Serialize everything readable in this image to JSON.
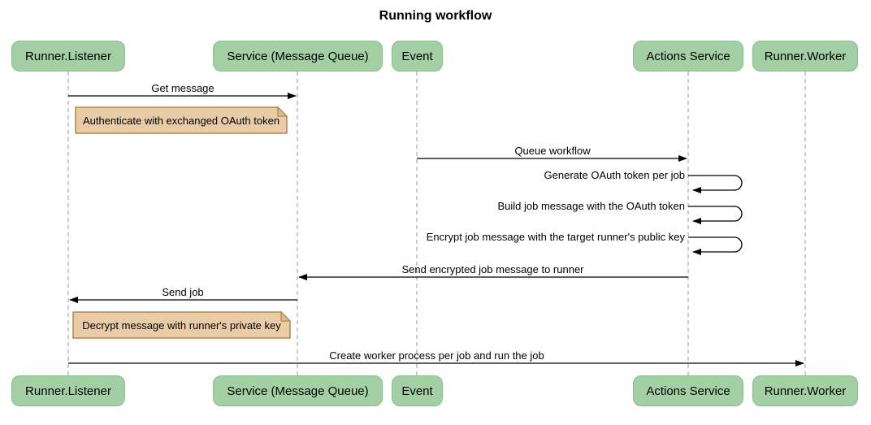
{
  "title": "Running workflow",
  "diagram_type": "sequence-diagram",
  "colors": {
    "actor_fill": "#A3CFA5",
    "actor_border": "#8CBD8E",
    "note_fill": "#E9CBA6",
    "note_fold": "#DDBB90",
    "note_border": "#AD8953",
    "lifeline_color": "#B5B5B5",
    "arrow_color": "#000000",
    "text_color": "#111111",
    "bg_color": "#FFFFFF"
  },
  "participants": [
    {
      "label": "Runner.Listener"
    },
    {
      "label": "Service (Message Queue)"
    },
    {
      "label": "Event"
    },
    {
      "label": "Actions Service"
    },
    {
      "label": "Runner.Worker"
    }
  ],
  "messages": [
    {
      "label": "Get message",
      "from": "Runner.Listener",
      "to": "Service (Message Queue)",
      "type": "solid-arrow"
    },
    {
      "label": "Queue workflow",
      "from": "Event",
      "to": "Actions Service",
      "type": "solid-arrow"
    },
    {
      "label": "Generate OAuth token per job",
      "from": "Actions Service",
      "to": "Actions Service",
      "type": "self-loop"
    },
    {
      "label": "Build job message with the OAuth token",
      "from": "Actions Service",
      "to": "Actions Service",
      "type": "self-loop"
    },
    {
      "label": "Encrypt job message with the target runner's public key",
      "from": "Actions Service",
      "to": "Actions Service",
      "type": "self-loop"
    },
    {
      "label": "Send encrypted job message to runner",
      "from": "Actions Service",
      "to": "Service (Message Queue)",
      "type": "solid-arrow"
    },
    {
      "label": "Send job",
      "from": "Service (Message Queue)",
      "to": "Runner.Listener",
      "type": "solid-arrow"
    },
    {
      "label": "Create worker process per job and run the job",
      "from": "Runner.Listener",
      "to": "Runner.Worker",
      "type": "solid-arrow"
    }
  ],
  "notes": [
    {
      "label": "Authenticate with exchanged OAuth token",
      "position": "right of Runner.Listener"
    },
    {
      "label": "Decrypt message with runner's private key",
      "position": "right of Runner.Listener"
    }
  ]
}
